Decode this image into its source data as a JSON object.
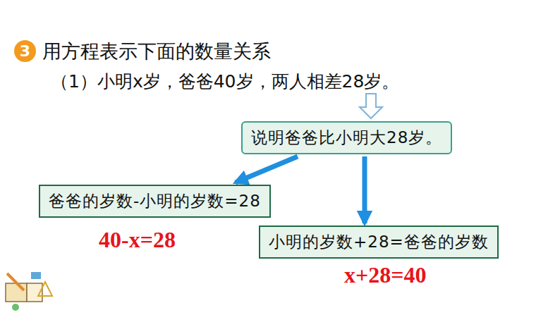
{
  "diagram": {
    "title": "用方程表示下面的数量关系",
    "nodes": [
      {
        "text": [
          "3"
        ]
      },
      {
        "text": [
          "说明爸爸比小明大28岁。"
        ]
      },
      {
        "text": [
          "爸爸的岁数-小明的岁数=28"
        ]
      },
      {
        "text": [
          "小明的岁数+28=爸爸的岁数"
        ]
      }
    ],
    "edges": [
      {
        "from": 1,
        "to": 2,
        "arrow": "to"
      },
      {
        "from": 1,
        "to": 3,
        "arrow": "to"
      }
    ],
    "labels": [
      "（1）小明x岁，爸爸40岁，两人相差28岁。",
      "40-x=28",
      "x+28=40"
    ]
  }
}
